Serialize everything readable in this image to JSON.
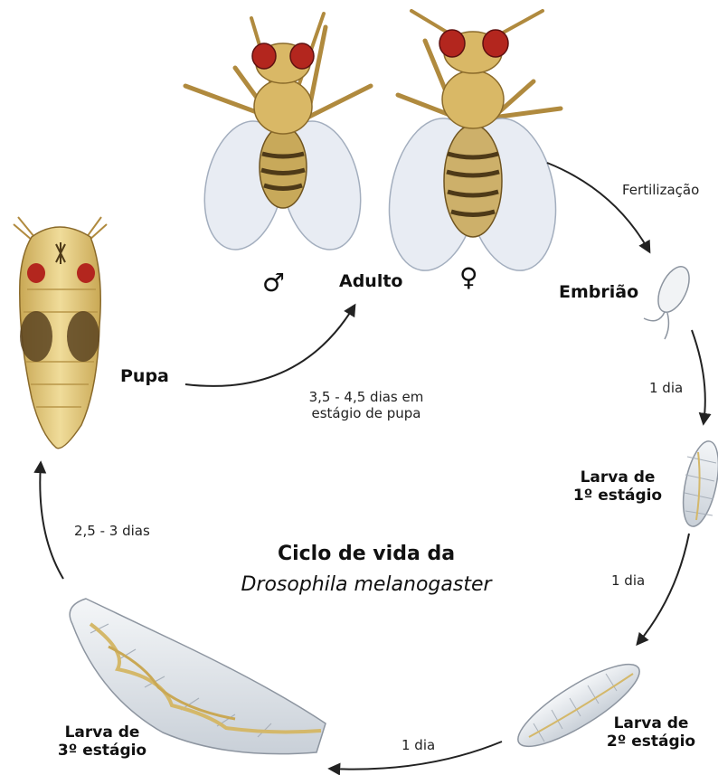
{
  "title": {
    "line1": "Ciclo de vida da",
    "line2": "Drosophila melanogaster"
  },
  "stages": {
    "adult": "Adulto",
    "male_symbol": "♂",
    "female_symbol": "♀",
    "embryo": "Embrião",
    "larva1": {
      "line1": "Larva de",
      "line2": "1º estágio"
    },
    "larva2": {
      "line1": "Larva de",
      "line2": "2º estágio"
    },
    "larva3": {
      "line1": "Larva de",
      "line2": "3º estágio"
    },
    "pupa": "Pupa"
  },
  "transitions": {
    "fertilization": "Fertilização",
    "embryo_to_l1": "1 dia",
    "l1_to_l2": "1 dia",
    "l2_to_l3": "1 dia",
    "l3_to_pupa": "2,5 - 3 dias",
    "pupa_to_adult": {
      "line1": "3,5 - 4,5 dias em",
      "line2": "estágio de pupa"
    }
  },
  "colors": {
    "body_tan": "#d9b866",
    "eye_red": "#b3261e",
    "wing": "#e6ebf2",
    "larva": "#e8ecf0",
    "arrow": "#222222"
  }
}
